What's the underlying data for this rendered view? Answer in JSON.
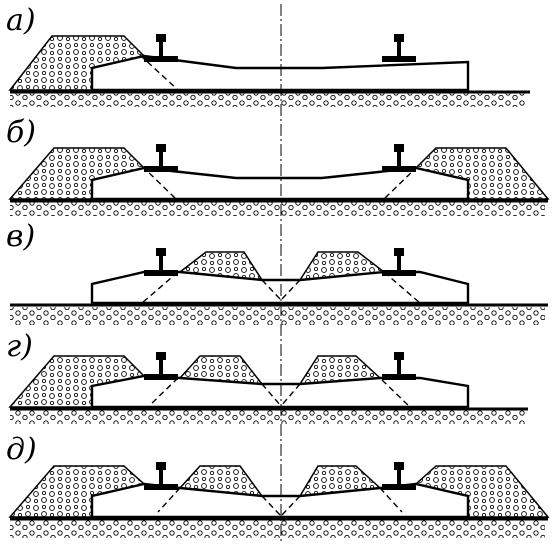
{
  "panels": [
    {
      "label": "а)"
    },
    {
      "label": "б)"
    },
    {
      "label": "в)"
    },
    {
      "label": "г)"
    },
    {
      "label": "д)"
    }
  ]
}
